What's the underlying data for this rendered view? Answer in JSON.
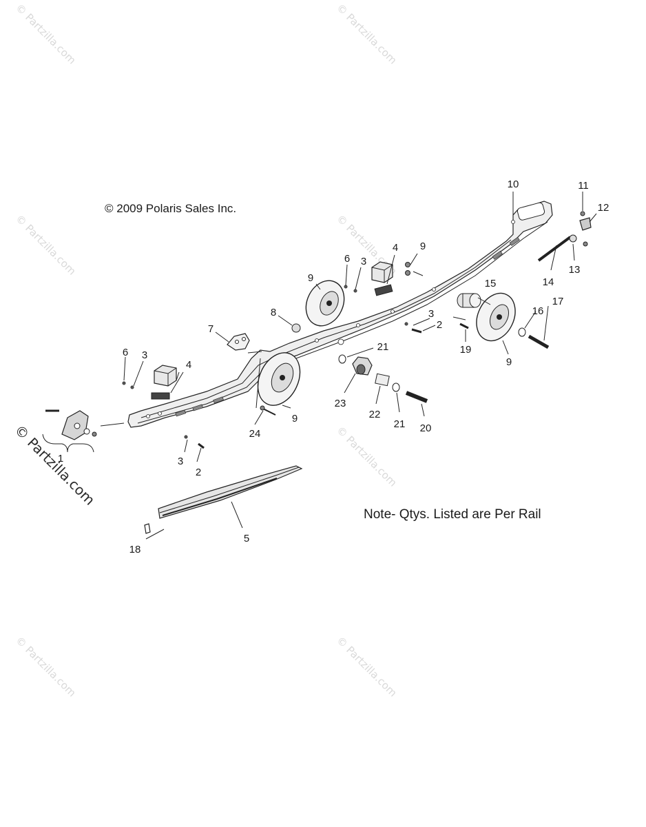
{
  "copyright": "© 2009 Polaris Sales Inc.",
  "note": "Note- Qtys. Listed are Per Rail",
  "watermark": "© Partzilla.com",
  "side_watermark": "© Partzilla.com",
  "callouts": [
    {
      "id": "c10",
      "text": "10"
    },
    {
      "id": "c11",
      "text": "11"
    },
    {
      "id": "c12",
      "text": "12"
    },
    {
      "id": "c13",
      "text": "13"
    },
    {
      "id": "c14",
      "text": "14"
    },
    {
      "id": "c4a",
      "text": "4"
    },
    {
      "id": "c9a",
      "text": "9"
    },
    {
      "id": "c6a",
      "text": "6"
    },
    {
      "id": "c3a",
      "text": "3"
    },
    {
      "id": "c9b",
      "text": "9"
    },
    {
      "id": "c15",
      "text": "15"
    },
    {
      "id": "c8",
      "text": "8"
    },
    {
      "id": "c3b",
      "text": "3"
    },
    {
      "id": "c2a",
      "text": "2"
    },
    {
      "id": "c16",
      "text": "16"
    },
    {
      "id": "c17",
      "text": "17"
    },
    {
      "id": "c7",
      "text": "7"
    },
    {
      "id": "c21a",
      "text": "21"
    },
    {
      "id": "c19",
      "text": "19"
    },
    {
      "id": "c9c",
      "text": "9"
    },
    {
      "id": "c6b",
      "text": "6"
    },
    {
      "id": "c3c",
      "text": "3"
    },
    {
      "id": "c4b",
      "text": "4"
    },
    {
      "id": "c23",
      "text": "23"
    },
    {
      "id": "c22",
      "text": "22"
    },
    {
      "id": "c21b",
      "text": "21"
    },
    {
      "id": "c20",
      "text": "20"
    },
    {
      "id": "c24",
      "text": "24"
    },
    {
      "id": "c9d",
      "text": "9"
    },
    {
      "id": "c1",
      "text": "1"
    },
    {
      "id": "c3d",
      "text": "3"
    },
    {
      "id": "c2b",
      "text": "2"
    },
    {
      "id": "c5",
      "text": "5"
    },
    {
      "id": "c18",
      "text": "18"
    }
  ],
  "colors": {
    "ink": "#1a1a1a",
    "watermark": "#d9d9d9",
    "rail_fill": "#efefef",
    "wheel_fill": "#f4f4f4"
  }
}
